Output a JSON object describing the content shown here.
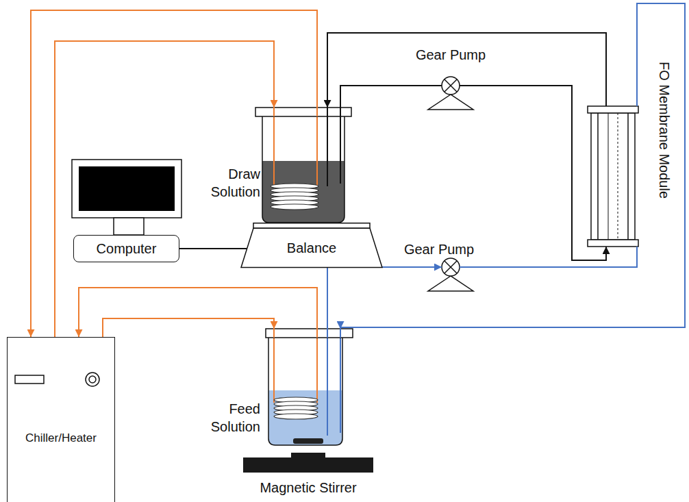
{
  "diagram": {
    "nodes": [
      {
        "text": [
          "Draw Solution"
        ]
      },
      {
        "text": [
          "Gear Pump"
        ]
      },
      {
        "text": [
          "FO Membrane Module"
        ]
      },
      {
        "text": [
          "Computer"
        ]
      },
      {
        "text": [
          "Balance"
        ]
      },
      {
        "text": [
          "Gear Pump"
        ]
      },
      {
        "text": [
          "Feed Solution"
        ]
      },
      {
        "text": [
          "Chiller/Heater"
        ]
      },
      {
        "text": [
          "Magnetic Stirrer"
        ]
      }
    ],
    "edges": [
      {
        "from": 7,
        "to": 0,
        "arrow": "to"
      },
      {
        "from": 0,
        "to": 7,
        "arrow": "to"
      },
      {
        "from": 7,
        "to": 6,
        "arrow": "to"
      },
      {
        "from": 6,
        "to": 7,
        "arrow": "to"
      },
      {
        "from": 3,
        "to": 4,
        "arrow": "none"
      },
      {
        "from": 0,
        "to": 1,
        "arrow": "none"
      },
      {
        "from": 1,
        "to": 2,
        "arrow": "to"
      },
      {
        "from": 2,
        "to": 0,
        "arrow": "to"
      },
      {
        "from": 6,
        "to": 5,
        "arrow": "to"
      },
      {
        "from": 5,
        "to": 2,
        "arrow": "none"
      },
      {
        "from": 2,
        "to": 6,
        "arrow": "to"
      }
    ]
  }
}
